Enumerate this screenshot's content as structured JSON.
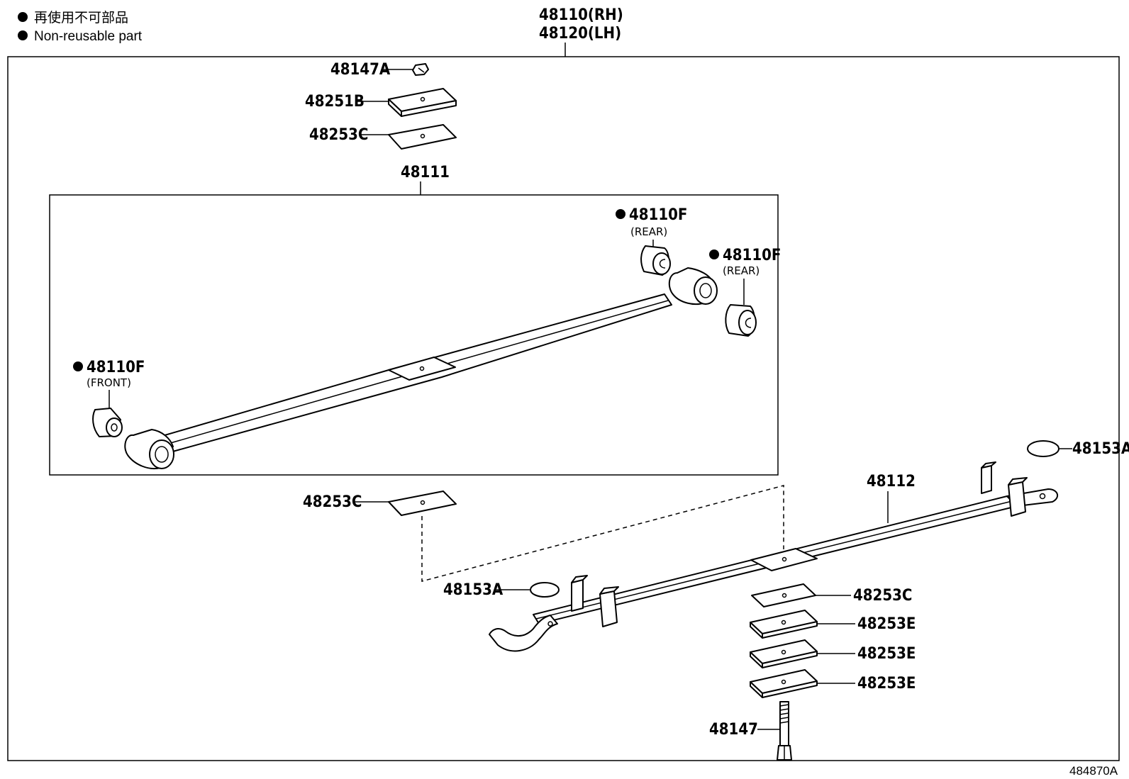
{
  "legend": {
    "line1": "再使用不可部品",
    "line2": "Non-reusable part"
  },
  "assembly": {
    "rh": "48110(RH)",
    "lh": "48120(LH)"
  },
  "parts": {
    "p48147A": "48147A",
    "p48251B": "48251B",
    "p48253C_top": "48253C",
    "p48111": "48111",
    "p48110F_rear1": "48110F",
    "p48110F_rear1_note": "(REAR)",
    "p48110F_rear2": "48110F",
    "p48110F_rear2_note": "(REAR)",
    "p48110F_front": "48110F",
    "p48110F_front_note": "(FRONT)",
    "p48153A_right": "48153A",
    "p48112": "48112",
    "p48253C_mid": "48253C",
    "p48153A_left": "48153A",
    "p48253C_stack": "48253C",
    "p48253E_1": "48253E",
    "p48253E_2": "48253E",
    "p48253E_3": "48253E",
    "p48147": "48147"
  },
  "diagram_code": "484870A"
}
